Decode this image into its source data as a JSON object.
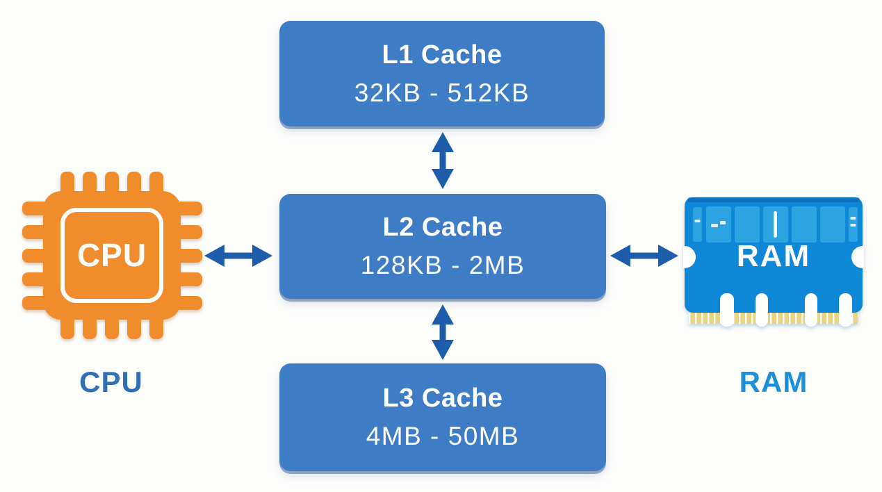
{
  "background": "#fdfdfc",
  "colors": {
    "box_blue": "#3e7cc6",
    "box_edge": "#2c62a8",
    "arrow_blue": "#1d5da9",
    "cpu_orange": "#f18c2d",
    "ram_blue": "#0f87d7",
    "ram_chip": "#2ea3e2",
    "ram_gold": "#e8d584",
    "cpu_label": "#2e6fb7",
    "ram_label": "#1b90d8",
    "text_white": "#ffffff"
  },
  "nodes": {
    "l1": {
      "title": "L1 Cache",
      "subtitle": "32KB - 512KB"
    },
    "l2": {
      "title": "L2 Cache",
      "subtitle": "128KB - 2MB"
    },
    "l3": {
      "title": "L3 Cache",
      "subtitle": "4MB - 50MB"
    },
    "cpu": {
      "icon_text": "CPU",
      "label": "CPU"
    },
    "ram": {
      "icon_text": "RAM",
      "label": "RAM"
    }
  },
  "edges": [
    {
      "from": "L1 Cache",
      "to": "L2 Cache",
      "style": "double-arrow",
      "orientation": "vertical"
    },
    {
      "from": "CPU",
      "to": "L2 Cache",
      "style": "double-arrow",
      "orientation": "horizontal"
    },
    {
      "from": "L2 Cache",
      "to": "RAM",
      "style": "double-arrow",
      "orientation": "horizontal"
    },
    {
      "from": "L2 Cache",
      "to": "L3 Cache",
      "style": "double-arrow",
      "orientation": "vertical"
    }
  ]
}
